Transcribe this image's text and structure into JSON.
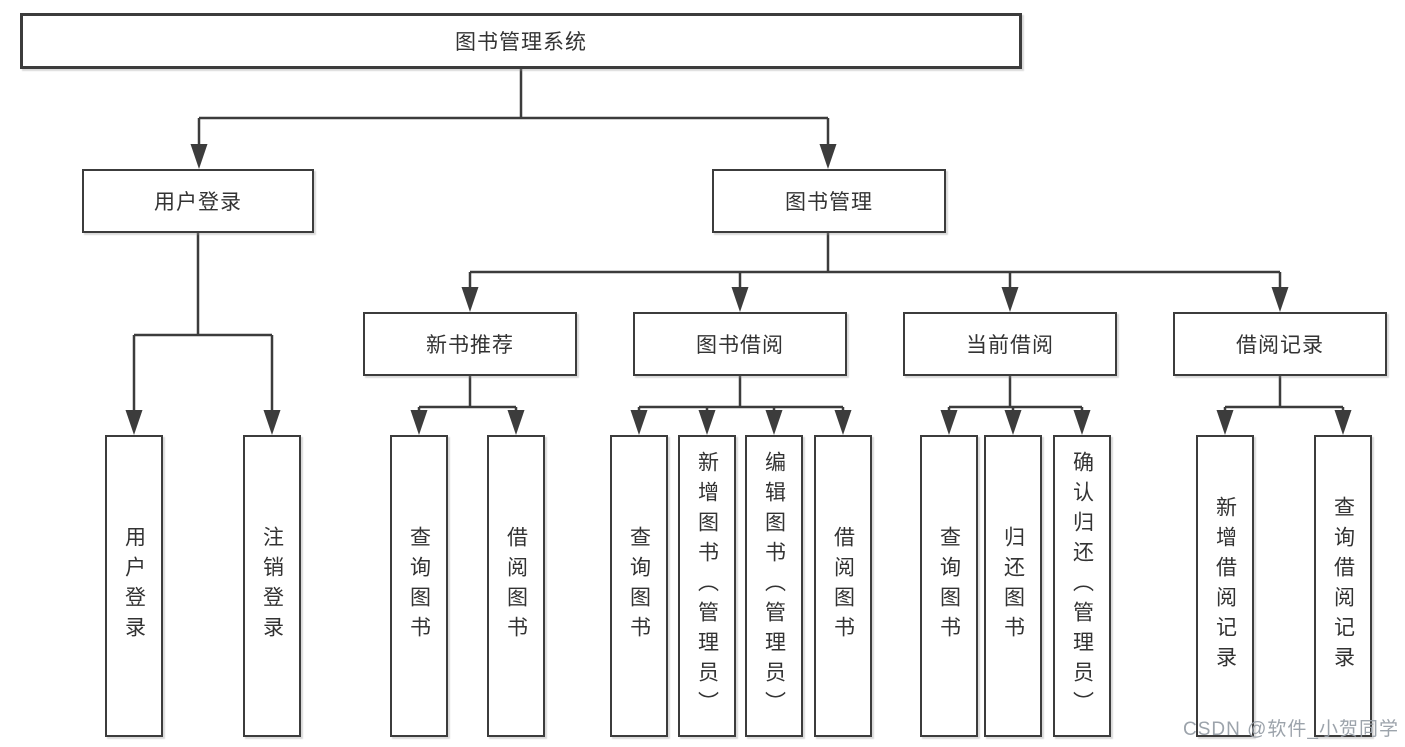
{
  "title": "图书管理系统",
  "tree": {
    "label": "图书管理系统",
    "children": [
      {
        "label": "用户登录",
        "children": [
          {
            "label": "用户登录"
          },
          {
            "label": "注销登录"
          }
        ]
      },
      {
        "label": "图书管理",
        "children": [
          {
            "label": "新书推荐",
            "children": [
              {
                "label": "查询图书"
              },
              {
                "label": "借阅图书"
              }
            ]
          },
          {
            "label": "图书借阅",
            "children": [
              {
                "label": "查询图书"
              },
              {
                "label": "新增图书（管理员）"
              },
              {
                "label": "编辑图书（管理员）"
              },
              {
                "label": "借阅图书"
              }
            ]
          },
          {
            "label": "当前借阅",
            "children": [
              {
                "label": "查询图书"
              },
              {
                "label": "归还图书"
              },
              {
                "label": "确认归还（管理员）"
              }
            ]
          },
          {
            "label": "借阅记录",
            "children": [
              {
                "label": "新增借阅记录"
              },
              {
                "label": "查询借阅记录"
              }
            ]
          }
        ]
      }
    ]
  },
  "watermark": "CSDN @软件_小贺同学",
  "colors": {
    "line": "#3c3c3c",
    "text": "#333333",
    "watermark": "#979ea6",
    "background": "#ffffff"
  }
}
